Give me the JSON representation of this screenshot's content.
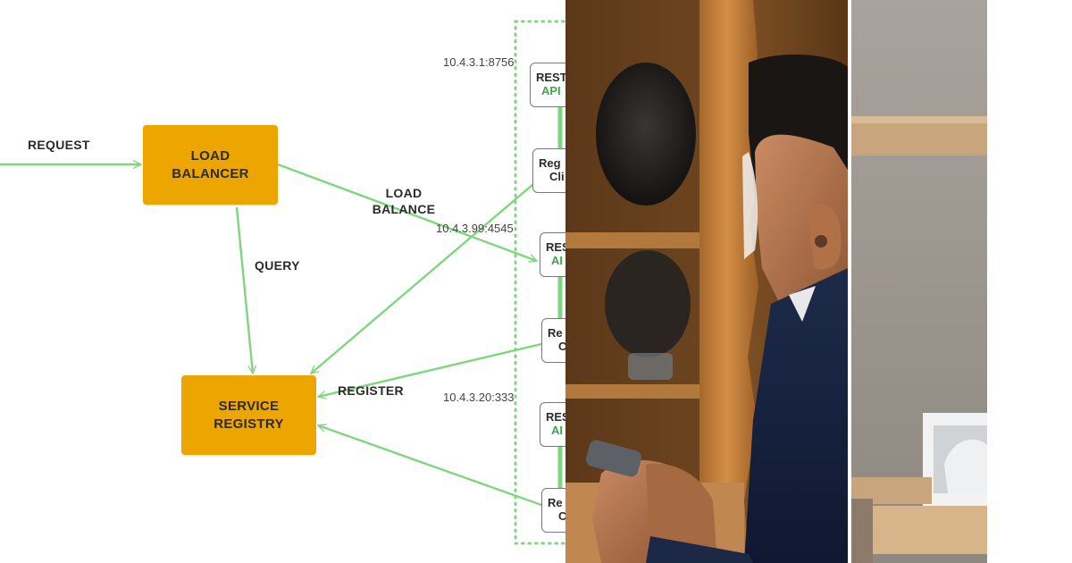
{
  "diagram": {
    "request_label": "REQUEST",
    "load_balancer": {
      "line1": "LOAD",
      "line2": "BALANCER"
    },
    "service_registry": {
      "line1": "SERVICE",
      "line2": "REGISTRY"
    },
    "query_label": "QUERY",
    "load_balance_label": {
      "line1": "LOAD",
      "line2": "BALANCE"
    },
    "register_label": "REGISTER",
    "addresses": [
      "10.4.3.1:8756",
      "10.4.3.99:4545",
      "10.4.3.20:333"
    ],
    "instances": [
      {
        "line1": "REST",
        "line2": "API"
      },
      {
        "line1": "Reg",
        "line2": "Cli"
      },
      {
        "line1": "RES",
        "line2": "AI"
      },
      {
        "line1": "Re",
        "line2": "C"
      },
      {
        "line1": "RES",
        "line2": "AI"
      },
      {
        "line1": "Re",
        "line2": "C"
      }
    ]
  },
  "colors": {
    "arrow": "#7fd67f",
    "box_fill": "#eda500",
    "api_text": "#3ca845",
    "boundary": "#7fd67f"
  },
  "photos": [
    "man-in-suit-with-phone-at-bookshelf",
    "wall-with-shelf-and-frame"
  ]
}
